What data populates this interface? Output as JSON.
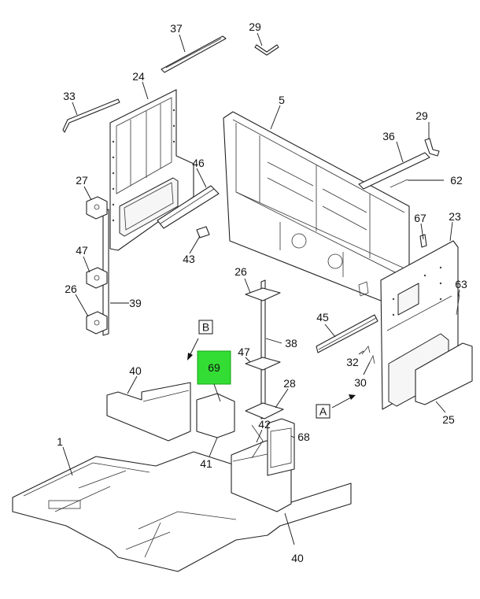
{
  "callouts": {
    "c37": "37",
    "c29a": "29",
    "c24": "24",
    "c33": "33",
    "c5": "5",
    "c29b": "29",
    "c36": "36",
    "c27": "27",
    "c46": "46",
    "c62": "62",
    "c67": "67",
    "c23": "23",
    "c47a": "47",
    "c43": "43",
    "c26a": "26",
    "c26b": "26",
    "c39": "39",
    "c63": "63",
    "c45": "45",
    "c38": "38",
    "c47b": "47",
    "c32": "32",
    "c40a": "40",
    "c30": "30",
    "c28": "28",
    "c42": "42",
    "c68": "68",
    "c1": "1",
    "c41": "41",
    "c25": "25",
    "c40b": "40"
  },
  "view_labels": {
    "view_b": "B",
    "view_a": "A"
  },
  "highlighted_callout": {
    "label": "69",
    "color": "#33dd33"
  }
}
